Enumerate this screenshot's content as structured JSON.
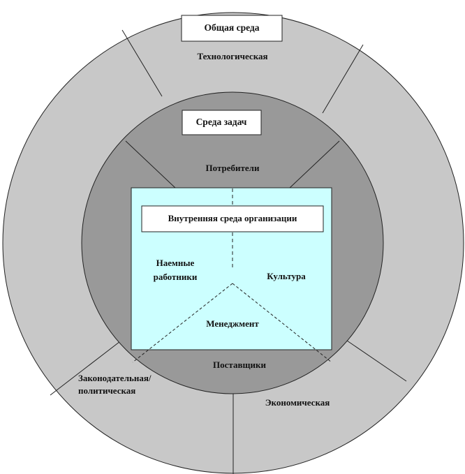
{
  "colors": {
    "outer_ring": "#c8c8c8",
    "middle_ring": "#999999",
    "inner_box": "#ccffff",
    "stroke": "#222222"
  },
  "outer": {
    "title": "Общая среда",
    "technological": "Технологическая",
    "economic": "Экономическая",
    "legal_line1": "Законодательная/",
    "legal_line2": "политическая"
  },
  "task": {
    "title": "Среда задач",
    "customers": "Потребители",
    "suppliers": "Поставщики"
  },
  "internal": {
    "title": "Внутренняя среда организации",
    "employees_line1": "Наемные",
    "employees_line2": "работники",
    "culture": "Культура",
    "management": "Менеджмент"
  }
}
